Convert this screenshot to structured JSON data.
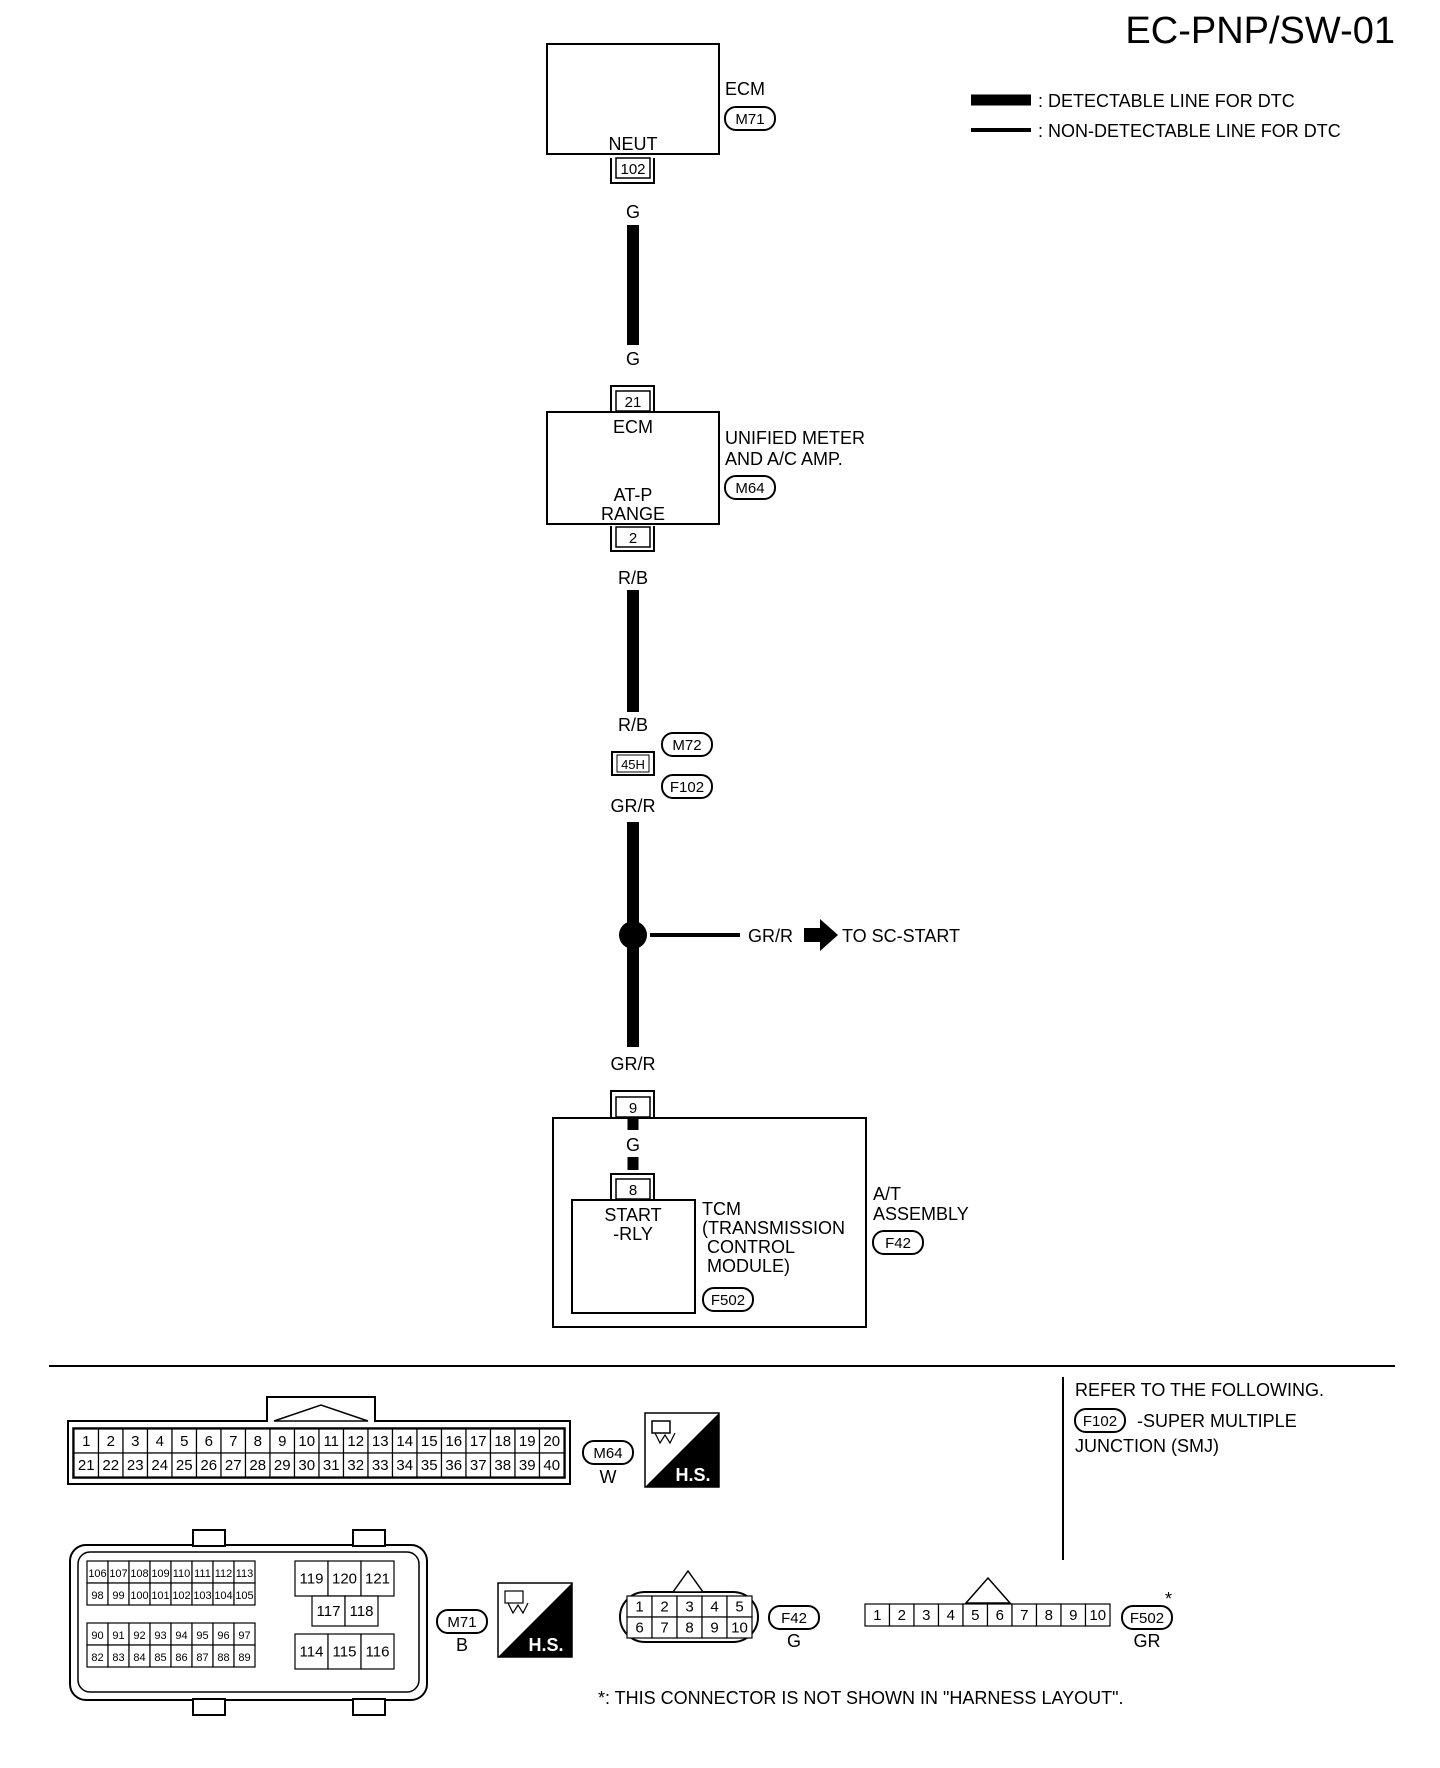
{
  "page_code": "EC-PNP/SW-01",
  "legend": {
    "detectable": ": DETECTABLE LINE FOR DTC",
    "non_detectable": ": NON-DETECTABLE LINE FOR DTC"
  },
  "ecm": {
    "name": "ECM",
    "connector": "M71",
    "terminal_name": "NEUT",
    "terminal": "102"
  },
  "wire1": {
    "color_top": "G",
    "color_bottom": "G"
  },
  "meter": {
    "name_line1": "UNIFIED METER",
    "name_line2": "AND A/C AMP.",
    "connector": "M64",
    "in_terminal": "21",
    "in_label": "ECM",
    "out_label_line1": "AT-P",
    "out_label_line2": "RANGE",
    "out_terminal": "2"
  },
  "wire2": {
    "color_top": "R/B",
    "color_bottom": "R/B"
  },
  "junction": {
    "terminal": "45H",
    "connector_top": "M72",
    "connector_bottom": "F102",
    "color_out": "GR/R"
  },
  "branch": {
    "color": "GR/R",
    "destination": "TO SC-START"
  },
  "wire3": {
    "color_bottom": "GR/R"
  },
  "at_assembly": {
    "name_line1": "A/T",
    "name_line2": "ASSEMBLY",
    "connector": "F42",
    "terminal_in": "9",
    "inner_wire_color": "G",
    "terminal_tcm": "8"
  },
  "tcm": {
    "terminal_label_line1": "START",
    "terminal_label_line2": "-RLY",
    "name_line1": "TCM",
    "name_line2": "(TRANSMISSION",
    "name_line3": "CONTROL",
    "name_line4": "MODULE)",
    "connector": "F502"
  },
  "refer": {
    "line1": "REFER TO THE FOLLOWING.",
    "connector": "F102",
    "line2": "-SUPER MULTIPLE",
    "line3": "JUNCTION (SMJ)"
  },
  "connectors": {
    "m64": {
      "tag": "M64",
      "color": "W",
      "row1": [
        "1",
        "2",
        "3",
        "4",
        "5",
        "6",
        "7",
        "8",
        "9",
        "10",
        "11",
        "12",
        "13",
        "14",
        "15",
        "16",
        "17",
        "18",
        "19",
        "20"
      ],
      "row2": [
        "21",
        "22",
        "23",
        "24",
        "25",
        "26",
        "27",
        "28",
        "29",
        "30",
        "31",
        "32",
        "33",
        "34",
        "35",
        "36",
        "37",
        "38",
        "39",
        "40"
      ]
    },
    "m71": {
      "tag": "M71",
      "color": "B",
      "blockA_row1": [
        "106",
        "107",
        "108",
        "109",
        "110",
        "111",
        "112",
        "113"
      ],
      "blockA_row2": [
        "98",
        "99",
        "100",
        "101",
        "102",
        "103",
        "104",
        "105"
      ],
      "blockB_row1": [
        "90",
        "91",
        "92",
        "93",
        "94",
        "95",
        "96",
        "97"
      ],
      "blockB_row2": [
        "82",
        "83",
        "84",
        "85",
        "86",
        "87",
        "88",
        "89"
      ],
      "mid_row1": [
        "119",
        "120",
        "121"
      ],
      "mid_row2": [
        "117",
        "118"
      ],
      "mid_row3": [
        "114",
        "115",
        "116"
      ]
    },
    "f42": {
      "tag": "F42",
      "color": "G",
      "row1": [
        "1",
        "2",
        "3",
        "4",
        "5"
      ],
      "row2": [
        "6",
        "7",
        "8",
        "9",
        "10"
      ]
    },
    "f502": {
      "tag": "F502",
      "color": "GR",
      "mark": "*",
      "row1": [
        "1",
        "2",
        "3",
        "4",
        "5",
        "6",
        "7",
        "8",
        "9",
        "10"
      ]
    }
  },
  "hs_label": "H.S.",
  "footnote": "*: THIS CONNECTOR IS NOT SHOWN IN \"HARNESS LAYOUT\"."
}
